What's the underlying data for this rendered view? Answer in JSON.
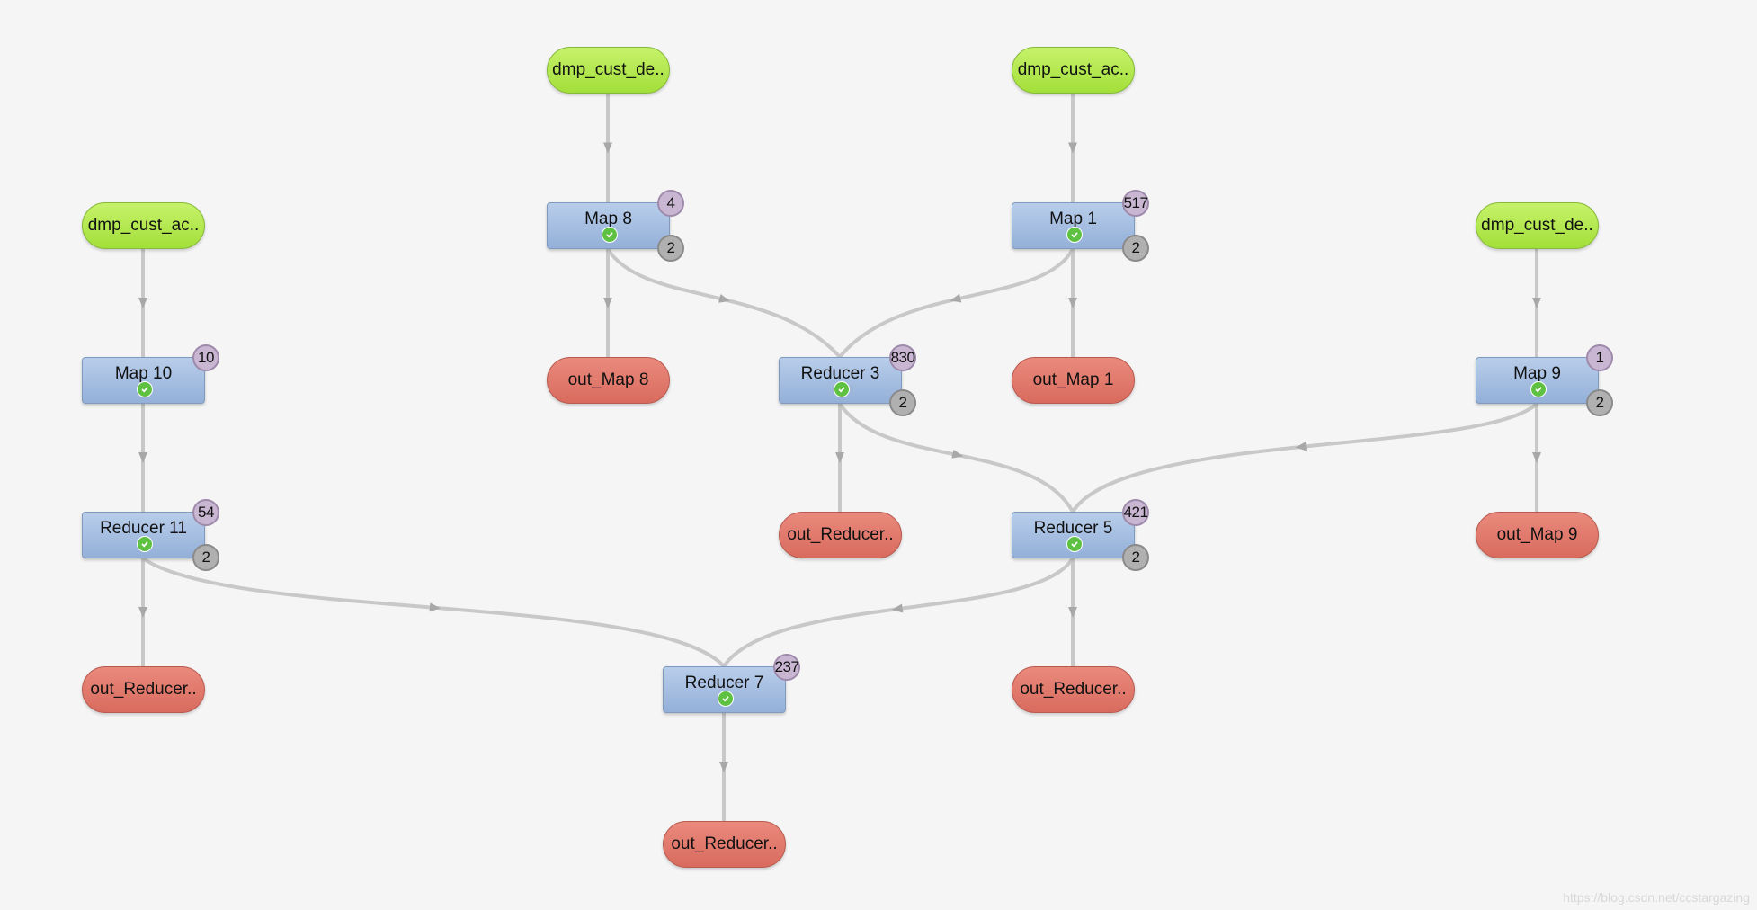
{
  "nodes": {
    "src_cust_ac_left": {
      "label": "dmp_cust_ac.."
    },
    "src_cust_de_8": {
      "label": "dmp_cust_de.."
    },
    "src_cust_ac_1": {
      "label": "dmp_cust_ac.."
    },
    "src_cust_de_9": {
      "label": "dmp_cust_de.."
    },
    "map8": {
      "label": "Map 8",
      "tasks": "4",
      "count": "2"
    },
    "map1": {
      "label": "Map 1",
      "tasks": "517",
      "count": "2"
    },
    "map10": {
      "label": "Map 10",
      "tasks": "10"
    },
    "map9": {
      "label": "Map 9",
      "tasks": "1",
      "count": "2"
    },
    "reducer3": {
      "label": "Reducer 3",
      "tasks": "830",
      "count": "2"
    },
    "reducer11": {
      "label": "Reducer 11",
      "tasks": "54",
      "count": "2"
    },
    "reducer5": {
      "label": "Reducer 5",
      "tasks": "421",
      "count": "2"
    },
    "reducer7": {
      "label": "Reducer 7",
      "tasks": "237"
    },
    "out_map8": {
      "label": "out_Map 8"
    },
    "out_map1": {
      "label": "out_Map 1"
    },
    "out_reducer3": {
      "label": "out_Reducer.."
    },
    "out_map9": {
      "label": "out_Map 9"
    },
    "out_reducer11": {
      "label": "out_Reducer.."
    },
    "out_reducer5": {
      "label": "out_Reducer.."
    },
    "out_reducer7": {
      "label": "out_Reducer.."
    }
  },
  "watermark": "https://blog.csdn.net/ccstargazing",
  "colors": {
    "source": "#a3df3a",
    "sink": "#d96b5e",
    "vertex": "#94b0d8",
    "edge": "#c8c8c8",
    "success": "#5ec141"
  }
}
